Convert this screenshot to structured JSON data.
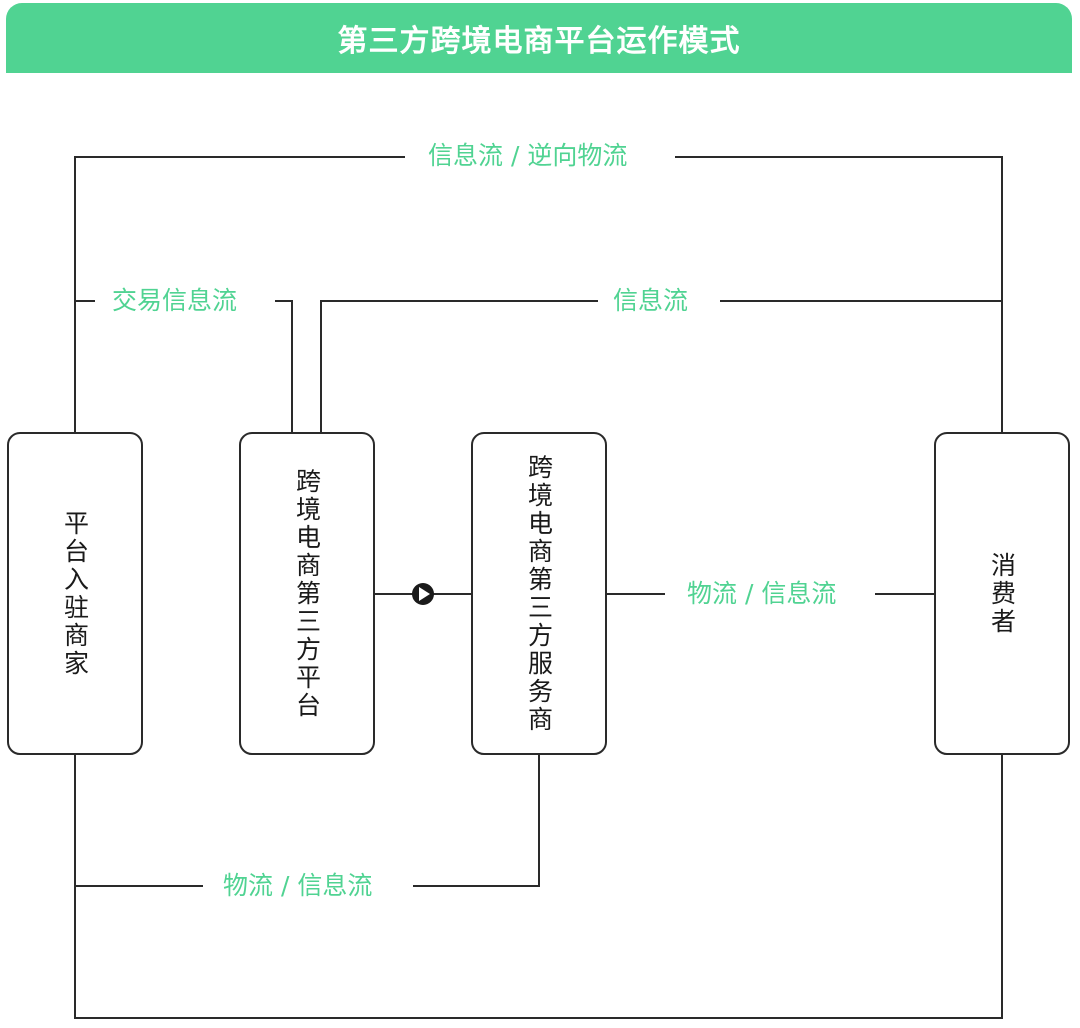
{
  "header": {
    "title": "第三方跨境电商平台运作模式"
  },
  "colors": {
    "accent": "#50d392",
    "line": "#2a2a2a",
    "text": "#1a1a1a"
  },
  "nodes": {
    "merchant": "平台入驻商家",
    "platform": "跨境电商第三方平台",
    "service_provider": "跨境电商第三方服务商",
    "consumer": "消费者"
  },
  "flows": {
    "top": "信息流 / 逆向物流",
    "transaction": "交易信息流",
    "info": "信息流",
    "middle": "物流 / 信息流",
    "bottom": "物流 / 信息流"
  },
  "icons": {
    "connector": "play-arrow-icon"
  }
}
